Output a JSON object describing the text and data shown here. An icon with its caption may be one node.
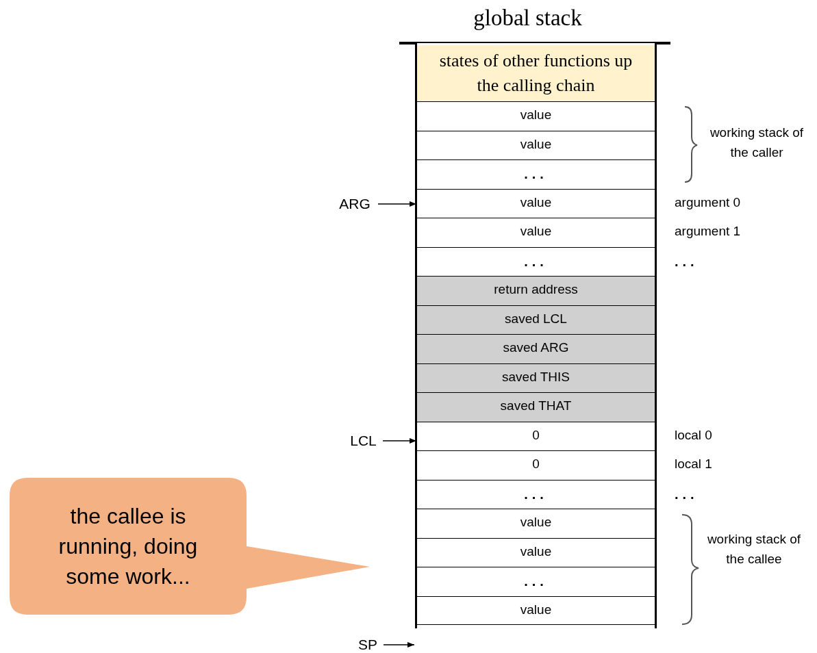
{
  "diagram": {
    "nodes": [
      {
        "text": [
          "global stack"
        ]
      },
      {
        "text": [
          "states of other functions up the calling chain"
        ],
        "in": 0
      },
      {
        "text": [
          "value"
        ],
        "in": 0
      },
      {
        "text": [
          "value"
        ],
        "in": 0
      },
      {
        "text": [
          "..."
        ],
        "in": 0
      },
      {
        "text": [
          "value"
        ],
        "in": 0,
        "beside": [
          "argument 0"
        ]
      },
      {
        "text": [
          "value"
        ],
        "in": 0,
        "beside": [
          "argument 1"
        ]
      },
      {
        "text": [
          "..."
        ],
        "in": 0,
        "beside": [
          "..."
        ]
      },
      {
        "text": [
          "return address"
        ],
        "in": 0
      },
      {
        "text": [
          "saved LCL"
        ],
        "in": 0
      },
      {
        "text": [
          "saved ARG"
        ],
        "in": 0
      },
      {
        "text": [
          "saved THIS"
        ],
        "in": 0
      },
      {
        "text": [
          "saved THAT"
        ],
        "in": 0
      },
      {
        "text": [
          "0"
        ],
        "in": 0,
        "beside": [
          "local 0"
        ]
      },
      {
        "text": [
          "0"
        ],
        "in": 0,
        "beside": [
          "local 1"
        ]
      },
      {
        "text": [
          "..."
        ],
        "in": 0,
        "beside": [
          "..."
        ]
      },
      {
        "text": [
          "value"
        ],
        "in": 0
      },
      {
        "text": [
          "value"
        ],
        "in": 0
      },
      {
        "text": [
          "..."
        ],
        "in": 0
      },
      {
        "text": [
          "value"
        ],
        "in": 0
      },
      {
        "text": [
          "ARG"
        ]
      },
      {
        "text": [
          "LCL"
        ]
      },
      {
        "text": [
          "SP"
        ]
      },
      {
        "text": [
          "the callee is running, doing some work..."
        ]
      }
    ],
    "edges": [
      {
        "from": 20,
        "to": 5,
        "arrow": "to"
      },
      {
        "from": 21,
        "to": 13,
        "arrow": "to"
      },
      {
        "from": 22,
        "to": 0,
        "arrow": "to"
      }
    ],
    "labels": [
      "working stack of the caller",
      "working stack of the callee"
    ]
  }
}
